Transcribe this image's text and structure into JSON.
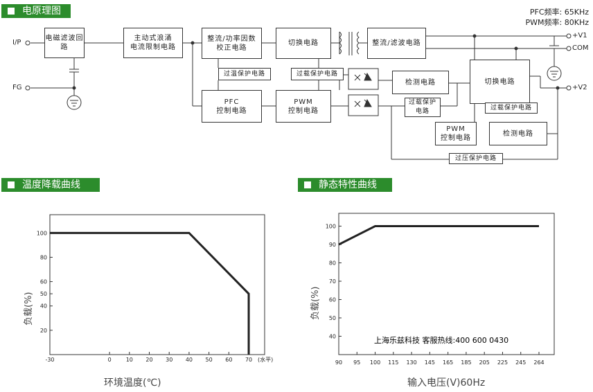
{
  "sections": {
    "principle": "电原理图",
    "derating": "温度降载曲线",
    "static": "静态特性曲线"
  },
  "spec": {
    "pfc": "PFC频率: 65KHz",
    "pwm": "PWM频率: 80KHz"
  },
  "terminals": {
    "ip": "I/P",
    "fg": "FG",
    "v1": "+V1",
    "com": "COM",
    "v2": "+V2"
  },
  "blocks": {
    "emi": "电磁滤波回路",
    "inrush": "主动式浪涌\n电流限制电路",
    "rect_pfc": "整流/功率因数\n校正电路",
    "switch1": "切换电路",
    "rect_filter": "整流/滤波电路",
    "otp": "过温保护电路",
    "olp1": "过载保护电路",
    "pfc_ctrl": "PFC\n控制电路",
    "pwm_ctrl1": "PWM\n控制电路",
    "detect1": "检测电路",
    "switch2": "切换电路",
    "olp2": "过载保护\n电路",
    "olp3": "过载保护电路",
    "pwm_ctrl2": "PWM\n控制电路",
    "detect2": "检测电路",
    "ovp": "过压保护电路"
  },
  "derating_chart": {
    "xlabel": "环境温度(℃)",
    "ylabel": "负载(%)",
    "xunit": "(水平)"
  },
  "static_chart": {
    "xlabel": "输入电压(V)60Hz",
    "ylabel": "负载(%)",
    "note": "上海乐兹科技 客服热线:400 600 0430"
  },
  "chart_data": [
    {
      "type": "line",
      "xlabel": "环境温度(℃)",
      "ylabel": "负载(%)",
      "x_ticks": [
        -30,
        0,
        10,
        20,
        30,
        40,
        50,
        60,
        70
      ],
      "y_ticks": [
        20,
        40,
        50,
        60,
        80,
        100
      ],
      "xlim": [
        -30,
        78
      ],
      "ylim": [
        0,
        115
      ],
      "series": [
        {
          "x": [
            -30,
            40,
            70,
            70
          ],
          "y": [
            100,
            100,
            50,
            0
          ]
        }
      ],
      "grid": false
    },
    {
      "type": "line",
      "xlabel": "输入电压(V)60Hz",
      "ylabel": "负载(%)",
      "x_ticks": [
        "90",
        "95",
        "100",
        "115",
        "130",
        "145",
        "165",
        "185",
        "205",
        "225",
        "245",
        "264"
      ],
      "y_ticks": [
        40,
        50,
        60,
        70,
        80,
        90,
        100
      ],
      "ylim": [
        30,
        107
      ],
      "series": [
        {
          "x": [
            "90",
            "100",
            "264"
          ],
          "y": [
            90,
            100,
            100
          ]
        }
      ],
      "grid": false
    }
  ]
}
